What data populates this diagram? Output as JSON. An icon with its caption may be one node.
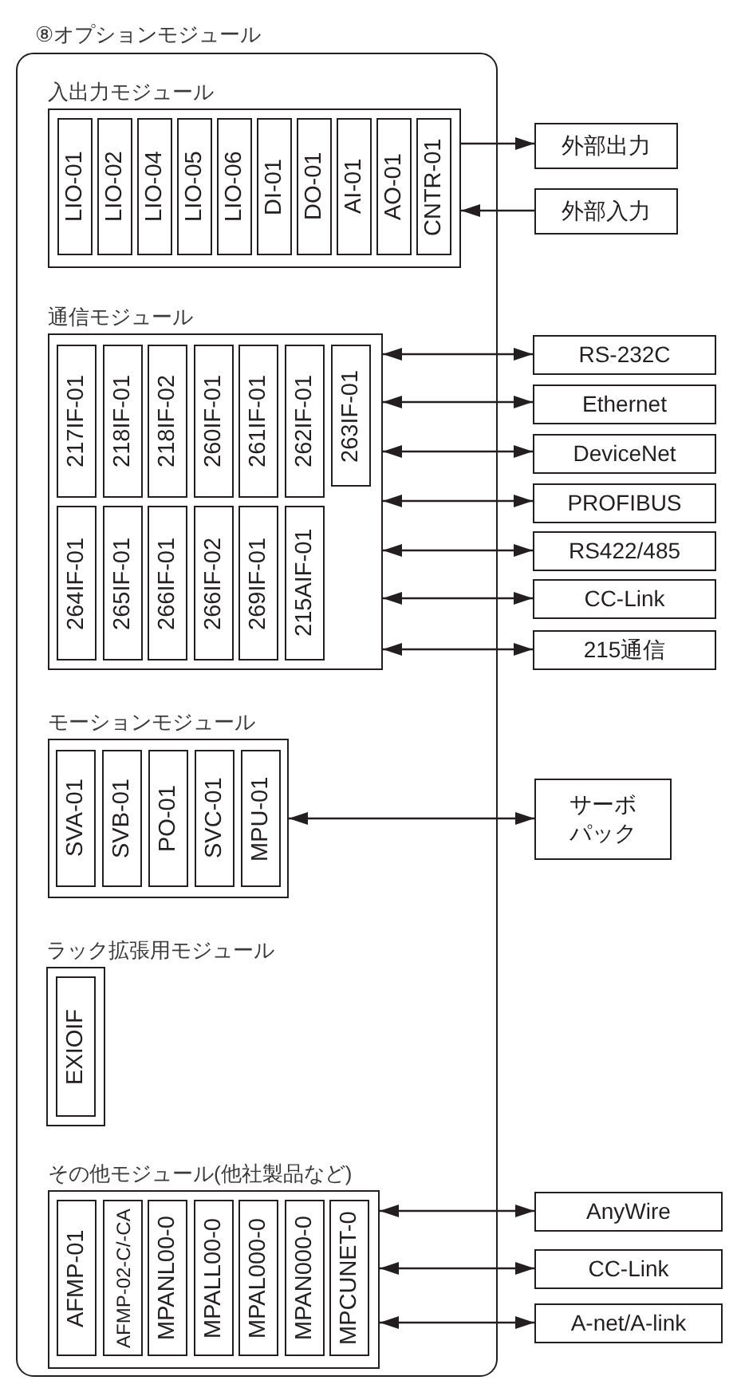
{
  "diagram": {
    "nodes": [
      {
        "text": [
          "⑧オプションモジュール"
        ]
      },
      {
        "text": [
          "入出力モジュール"
        ],
        "in": 0
      },
      {
        "text": [
          "LIO-01"
        ],
        "in": 1
      },
      {
        "text": [
          "LIO-02"
        ],
        "in": 1
      },
      {
        "text": [
          "LIO-04"
        ],
        "in": 1
      },
      {
        "text": [
          "LIO-05"
        ],
        "in": 1
      },
      {
        "text": [
          "LIO-06"
        ],
        "in": 1
      },
      {
        "text": [
          "DI-01"
        ],
        "in": 1
      },
      {
        "text": [
          "DO-01"
        ],
        "in": 1
      },
      {
        "text": [
          "AI-01"
        ],
        "in": 1
      },
      {
        "text": [
          "AO-01"
        ],
        "in": 1
      },
      {
        "text": [
          "CNTR-01"
        ],
        "in": 1
      },
      {
        "text": [
          "通信モジュール"
        ],
        "in": 0
      },
      {
        "text": [
          "217IF-01"
        ],
        "in": 12
      },
      {
        "text": [
          "218IF-01"
        ],
        "in": 12
      },
      {
        "text": [
          "218IF-02"
        ],
        "in": 12
      },
      {
        "text": [
          "260IF-01"
        ],
        "in": 12
      },
      {
        "text": [
          "261IF-01"
        ],
        "in": 12
      },
      {
        "text": [
          "262IF-01"
        ],
        "in": 12
      },
      {
        "text": [
          "263IF-01"
        ],
        "in": 12
      },
      {
        "text": [
          "264IF-01"
        ],
        "in": 12
      },
      {
        "text": [
          "265IF-01"
        ],
        "in": 12
      },
      {
        "text": [
          "266IF-01"
        ],
        "in": 12
      },
      {
        "text": [
          "266IF-02"
        ],
        "in": 12
      },
      {
        "text": [
          "269IF-01"
        ],
        "in": 12
      },
      {
        "text": [
          "215AIF-01"
        ],
        "in": 12
      },
      {
        "text": [
          "モーションモジュール"
        ],
        "in": 0
      },
      {
        "text": [
          "SVA-01"
        ],
        "in": 26
      },
      {
        "text": [
          "SVB-01"
        ],
        "in": 26
      },
      {
        "text": [
          "PO-01"
        ],
        "in": 26
      },
      {
        "text": [
          "SVC-01"
        ],
        "in": 26
      },
      {
        "text": [
          "MPU-01"
        ],
        "in": 26
      },
      {
        "text": [
          "ラック拡張用モジュール"
        ],
        "in": 0
      },
      {
        "text": [
          "EXIOIF"
        ],
        "in": 32
      },
      {
        "text": [
          "その他モジュール(他社製品など)"
        ],
        "in": 0
      },
      {
        "text": [
          "AFMP-01"
        ],
        "in": 34
      },
      {
        "text": [
          "AFMP-02-C/-CA"
        ],
        "in": 34
      },
      {
        "text": [
          "MPANL00-0"
        ],
        "in": 34
      },
      {
        "text": [
          "MPALL00-0"
        ],
        "in": 34
      },
      {
        "text": [
          "MPAL000-0"
        ],
        "in": 34
      },
      {
        "text": [
          "MPAN000-0"
        ],
        "in": 34
      },
      {
        "text": [
          "MPCUNET-0"
        ],
        "in": 34
      },
      {
        "text": [
          "外部出力"
        ]
      },
      {
        "text": [
          "外部入力"
        ]
      },
      {
        "text": [
          "RS-232C"
        ]
      },
      {
        "text": [
          "Ethernet"
        ]
      },
      {
        "text": [
          "DeviceNet"
        ]
      },
      {
        "text": [
          "PROFIBUS"
        ]
      },
      {
        "text": [
          "RS422/485"
        ]
      },
      {
        "text": [
          "CC-Link"
        ]
      },
      {
        "text": [
          "215通信"
        ]
      },
      {
        "text": [
          "サーボパック"
        ]
      },
      {
        "text": [
          "AnyWire"
        ]
      },
      {
        "text": [
          "CC-Link"
        ]
      },
      {
        "text": [
          "A-net/A-link"
        ]
      }
    ],
    "edges": [
      {
        "from": 1,
        "to": 42,
        "arrow": "to"
      },
      {
        "from": 43,
        "to": 1,
        "arrow": "to"
      },
      {
        "from": 12,
        "to": 44,
        "arrow": "both"
      },
      {
        "from": 12,
        "to": 45,
        "arrow": "both"
      },
      {
        "from": 12,
        "to": 46,
        "arrow": "both"
      },
      {
        "from": 12,
        "to": 47,
        "arrow": "both"
      },
      {
        "from": 12,
        "to": 48,
        "arrow": "both"
      },
      {
        "from": 12,
        "to": 49,
        "arrow": "both"
      },
      {
        "from": 12,
        "to": 50,
        "arrow": "both"
      },
      {
        "from": 26,
        "to": 51,
        "arrow": "both"
      },
      {
        "from": 34,
        "to": 52,
        "arrow": "both"
      },
      {
        "from": 34,
        "to": 53,
        "arrow": "both"
      },
      {
        "from": 34,
        "to": 54,
        "arrow": "both"
      }
    ]
  }
}
